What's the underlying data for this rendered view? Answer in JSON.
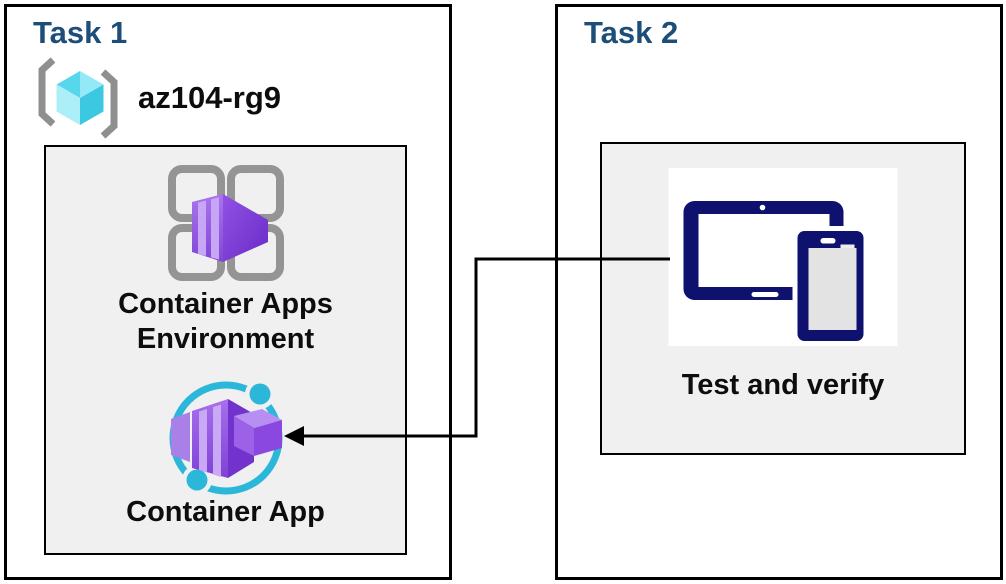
{
  "diagram": {
    "task1": {
      "title": "Task 1",
      "resource_group": "az104-rg9",
      "resource_group_icon": "resource-group-icon",
      "items": [
        {
          "label": "Container Apps Environment",
          "icon": "container-apps-environment-icon"
        },
        {
          "label": "Container App",
          "icon": "container-app-icon"
        }
      ]
    },
    "task2": {
      "title": "Task 2",
      "items": [
        {
          "label": "Test and verify",
          "icon": "devices-icon"
        }
      ]
    },
    "connector": {
      "from": "test-and-verify-icon",
      "to": "container-app-icon",
      "style": "elbow-arrow-left"
    }
  },
  "colors": {
    "title_blue": "#1c4e79",
    "label_black": "#0d0d0d",
    "box_border": "#000000",
    "inner_box_bg": "#f0f0f0",
    "navy_device": "#0e126e",
    "cyan_accent": "#2bb7d9",
    "gray_frame": "#949494",
    "gray_bracket": "#8f8f8f"
  }
}
